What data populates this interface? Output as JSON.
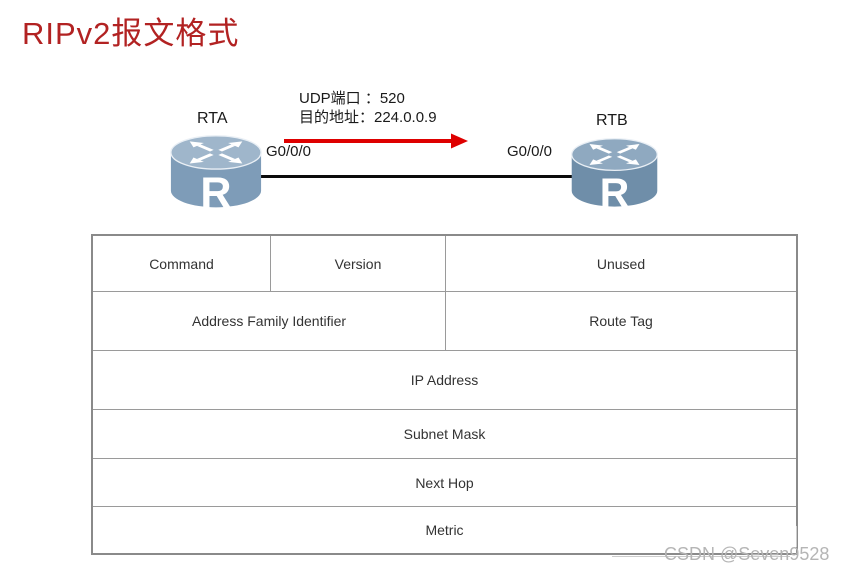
{
  "page": {
    "title": "RIPv2报文格式",
    "watermark": "CSDN @Seven9528"
  },
  "topology": {
    "packet_note": {
      "line1": "UDP端口 ：520",
      "line2": "目的地址：224.0.0.9"
    },
    "router_a": {
      "name": "RTA",
      "interface": "G0/0/0",
      "letter": "R"
    },
    "router_b": {
      "name": "RTB",
      "interface": "G0/0/0",
      "letter": "R"
    }
  },
  "packet_table": {
    "rows": [
      {
        "cells": [
          {
            "label": "Command"
          },
          {
            "label": "Version"
          },
          {
            "label": "Unused"
          }
        ]
      },
      {
        "cells": [
          {
            "label": "Address Family Identifier"
          },
          {
            "label": "Route Tag"
          }
        ]
      },
      {
        "cells": [
          {
            "label": "IP Address"
          }
        ]
      },
      {
        "cells": [
          {
            "label": "Subnet Mask"
          }
        ]
      },
      {
        "cells": [
          {
            "label": "Next Hop"
          }
        ]
      },
      {
        "cells": [
          {
            "label": "Metric"
          }
        ]
      }
    ]
  },
  "colors": {
    "title_text": "#B22222",
    "arrow_red": "#DE0000",
    "link_line": "#0B0B0B",
    "router_a_body": "#7E9CB8",
    "router_a_top": "#9FB6CB",
    "router_b_body": "#6F8EA9",
    "router_b_top": "#8FA9C0",
    "table_border": "#8A8A8A",
    "table_text": "#333333",
    "watermark_text": "#B5B5B5"
  }
}
